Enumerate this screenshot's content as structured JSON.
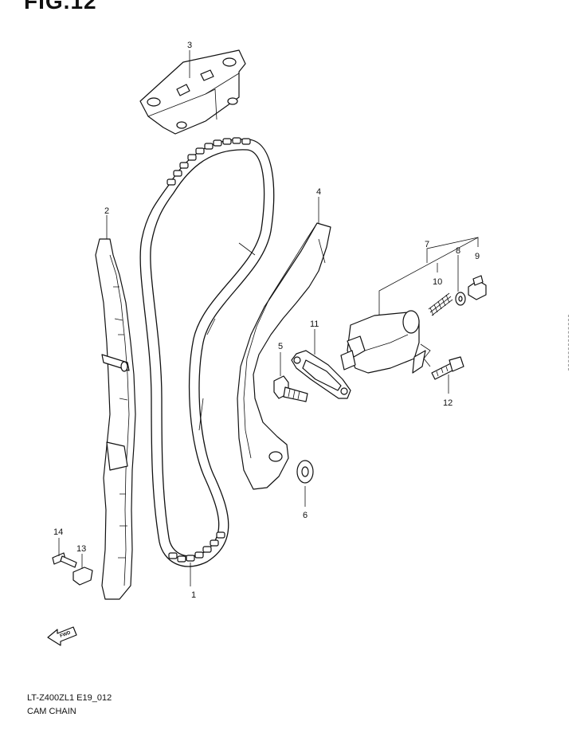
{
  "figure": {
    "title": "FIG.12",
    "code": "LT-Z400ZL1 E19_012",
    "caption": "CAM CHAIN"
  },
  "callouts": {
    "c1": "1",
    "c2": "2",
    "c3": "3",
    "c4": "4",
    "c5": "5",
    "c6": "6",
    "c7": "7",
    "c8": "8",
    "c9": "9",
    "c10": "10",
    "c11": "11",
    "c12": "12",
    "c13": "13",
    "c14": "14"
  },
  "fwd_arrow": {
    "label": "FWD"
  }
}
